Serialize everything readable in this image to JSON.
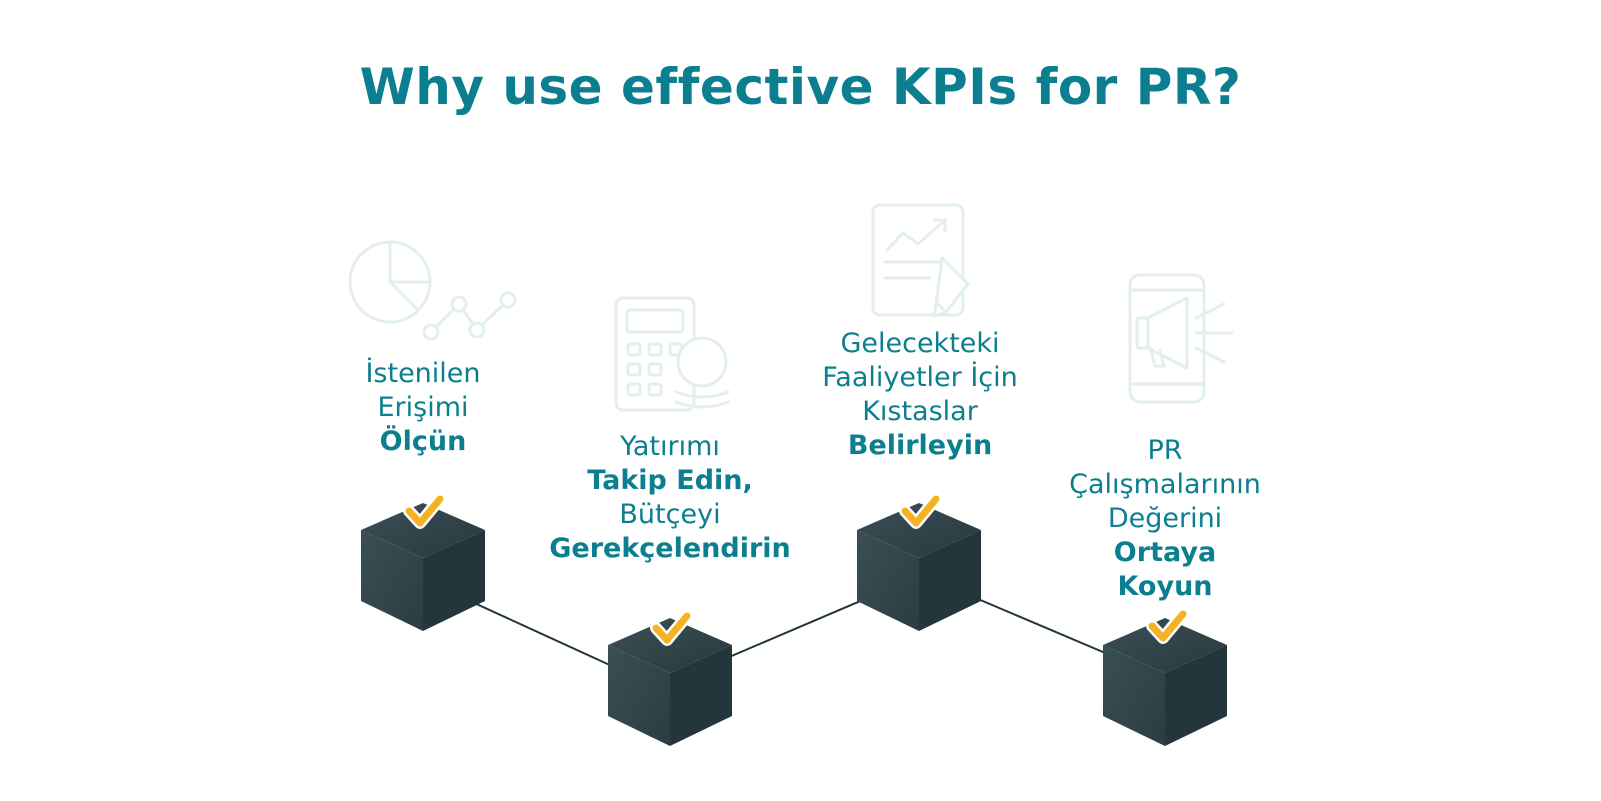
{
  "title": "Why use effective KPIs for PR?",
  "steps": [
    {
      "icon": "pie-chart-network-icon",
      "lines": [
        {
          "text": "İstenilen",
          "bold": false
        },
        {
          "text": "Erişimi",
          "bold": false
        },
        {
          "text": "Ölçün",
          "bold": true
        }
      ]
    },
    {
      "icon": "calculator-coins-icon",
      "lines": [
        {
          "text": "Yatırımı",
          "bold": false
        },
        {
          "text": "Takip Edin,",
          "bold": true
        },
        {
          "text": "Bütçeyi",
          "bold": false
        },
        {
          "text": "Gerekçelendirin",
          "bold": true
        }
      ]
    },
    {
      "icon": "report-pencil-icon",
      "lines": [
        {
          "text": "Gelecekteki",
          "bold": false
        },
        {
          "text": "Faaliyetler İçin",
          "bold": false
        },
        {
          "text": "Kıstaslar",
          "bold": false
        },
        {
          "text": "Belirleyin",
          "bold": true
        }
      ]
    },
    {
      "icon": "phone-megaphone-icon",
      "lines": [
        {
          "text": "PR",
          "bold": false
        },
        {
          "text": "Çalışmalarının",
          "bold": false
        },
        {
          "text": "Değerini",
          "bold": false
        },
        {
          "text": "Ortaya",
          "bold": true
        },
        {
          "text": "Koyun",
          "bold": true
        }
      ]
    }
  ],
  "colors": {
    "accent": "#0b7f8f",
    "cube_dark": "#23363b",
    "cube_mid": "#2b3f45",
    "check": "#f5b324",
    "icon_faint": "#e3efef"
  }
}
